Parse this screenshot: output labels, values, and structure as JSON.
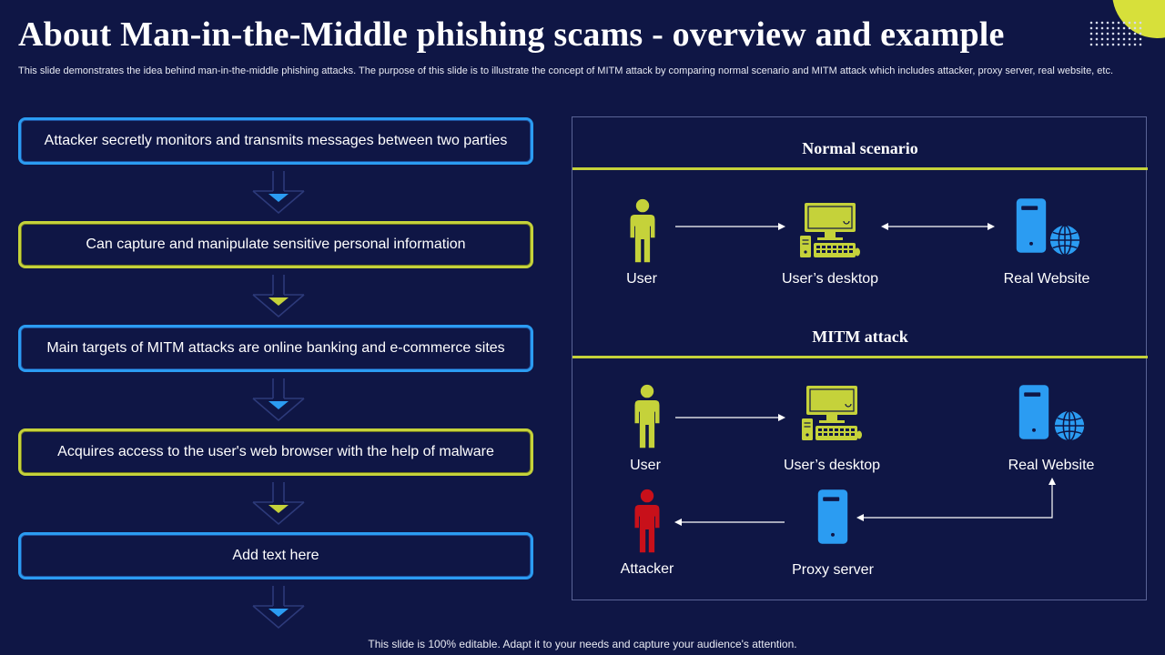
{
  "header": {
    "title": "About Man-in-the-Middle phishing scams - overview and example",
    "subtitle": "This slide demonstrates the idea behind man-in-the-middle phishing attacks. The purpose of this slide is to illustrate the concept of MITM  attack by comparing normal scenario and MITM  attack which includes attacker, proxy server, real website, etc."
  },
  "steps": [
    "Attacker secretly monitors and transmits messages between two parties",
    "Can capture and manipulate sensitive personal information",
    "Main targets of MITM  attacks are online banking and e-commerce sites",
    "Acquires access to the user's web browser with the help of malware",
    "Add text here"
  ],
  "normal": {
    "title": "Normal scenario",
    "user": "User",
    "desktop": "User’s desktop",
    "website": "Real Website"
  },
  "mitm": {
    "title": "MITM attack",
    "user": "User",
    "desktop": "User’s desktop",
    "website": "Real Website",
    "attacker": "Attacker",
    "proxy": "Proxy server"
  },
  "footer": "This slide is 100% editable. Adapt it to your needs and capture your audience's attention.",
  "colors": {
    "background": "#0f1645",
    "accent_blue": "#2b9cf2",
    "accent_yellow": "#c5d23a",
    "attacker_red": "#c8101a"
  },
  "icons": [
    "person-icon",
    "desktop-computer-icon",
    "server-icon",
    "globe-icon",
    "attacker-icon",
    "chevron-down-icon"
  ]
}
